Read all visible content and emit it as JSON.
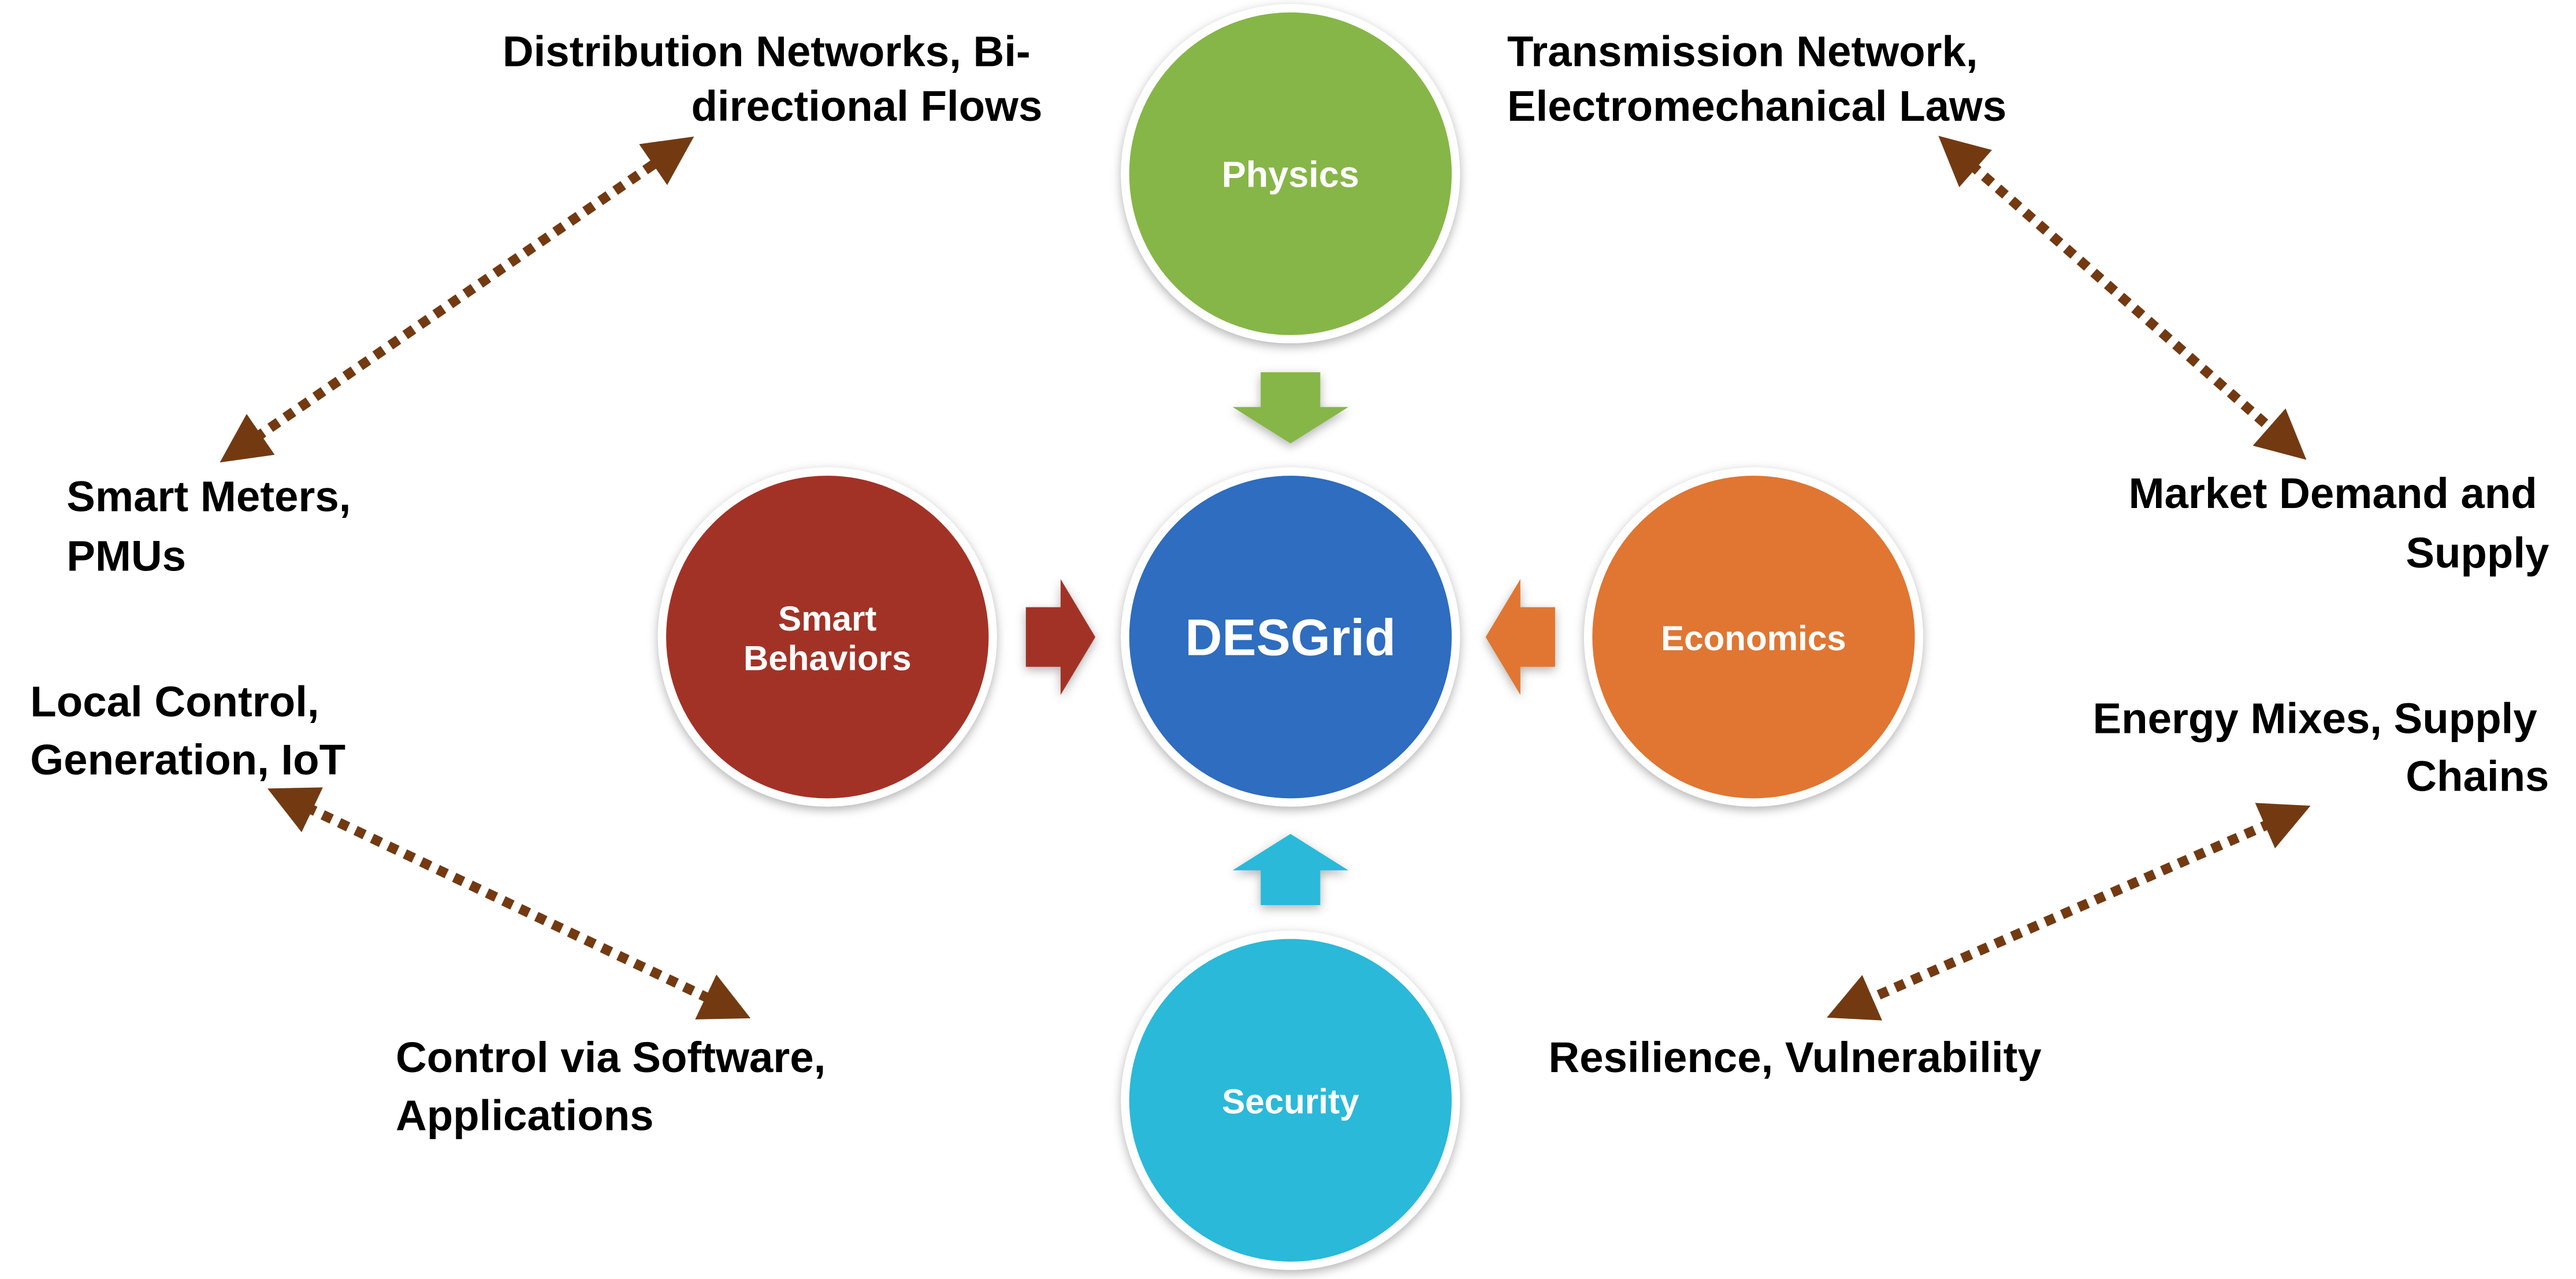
{
  "colors": {
    "physics": "#86b646",
    "core": "#2f6dbf",
    "smart": "#a33025",
    "economics": "#e07630",
    "security": "#29b9d9",
    "connector": "#733a12"
  },
  "nodes": {
    "core": "DESGrid",
    "physics": "Physics",
    "smart_line1": "Smart",
    "smart_line2": "Behaviors",
    "economics": "Economics",
    "security": "Security"
  },
  "labels": {
    "distribution": [
      "Distribution Networks, Bi-",
      "directional Flows"
    ],
    "transmission": [
      "Transmission Network,",
      "Electromechanical Laws"
    ],
    "meters": [
      "Smart Meters,",
      "PMUs"
    ],
    "market": [
      "Market Demand and",
      "Supply"
    ],
    "local": [
      "Local Control,",
      "Generation, IoT"
    ],
    "energy": [
      "Energy Mixes, Supply",
      "Chains"
    ],
    "software": [
      "Control via Software,",
      "Applications"
    ],
    "resilience": [
      "Resilience, Vulnerability"
    ]
  }
}
